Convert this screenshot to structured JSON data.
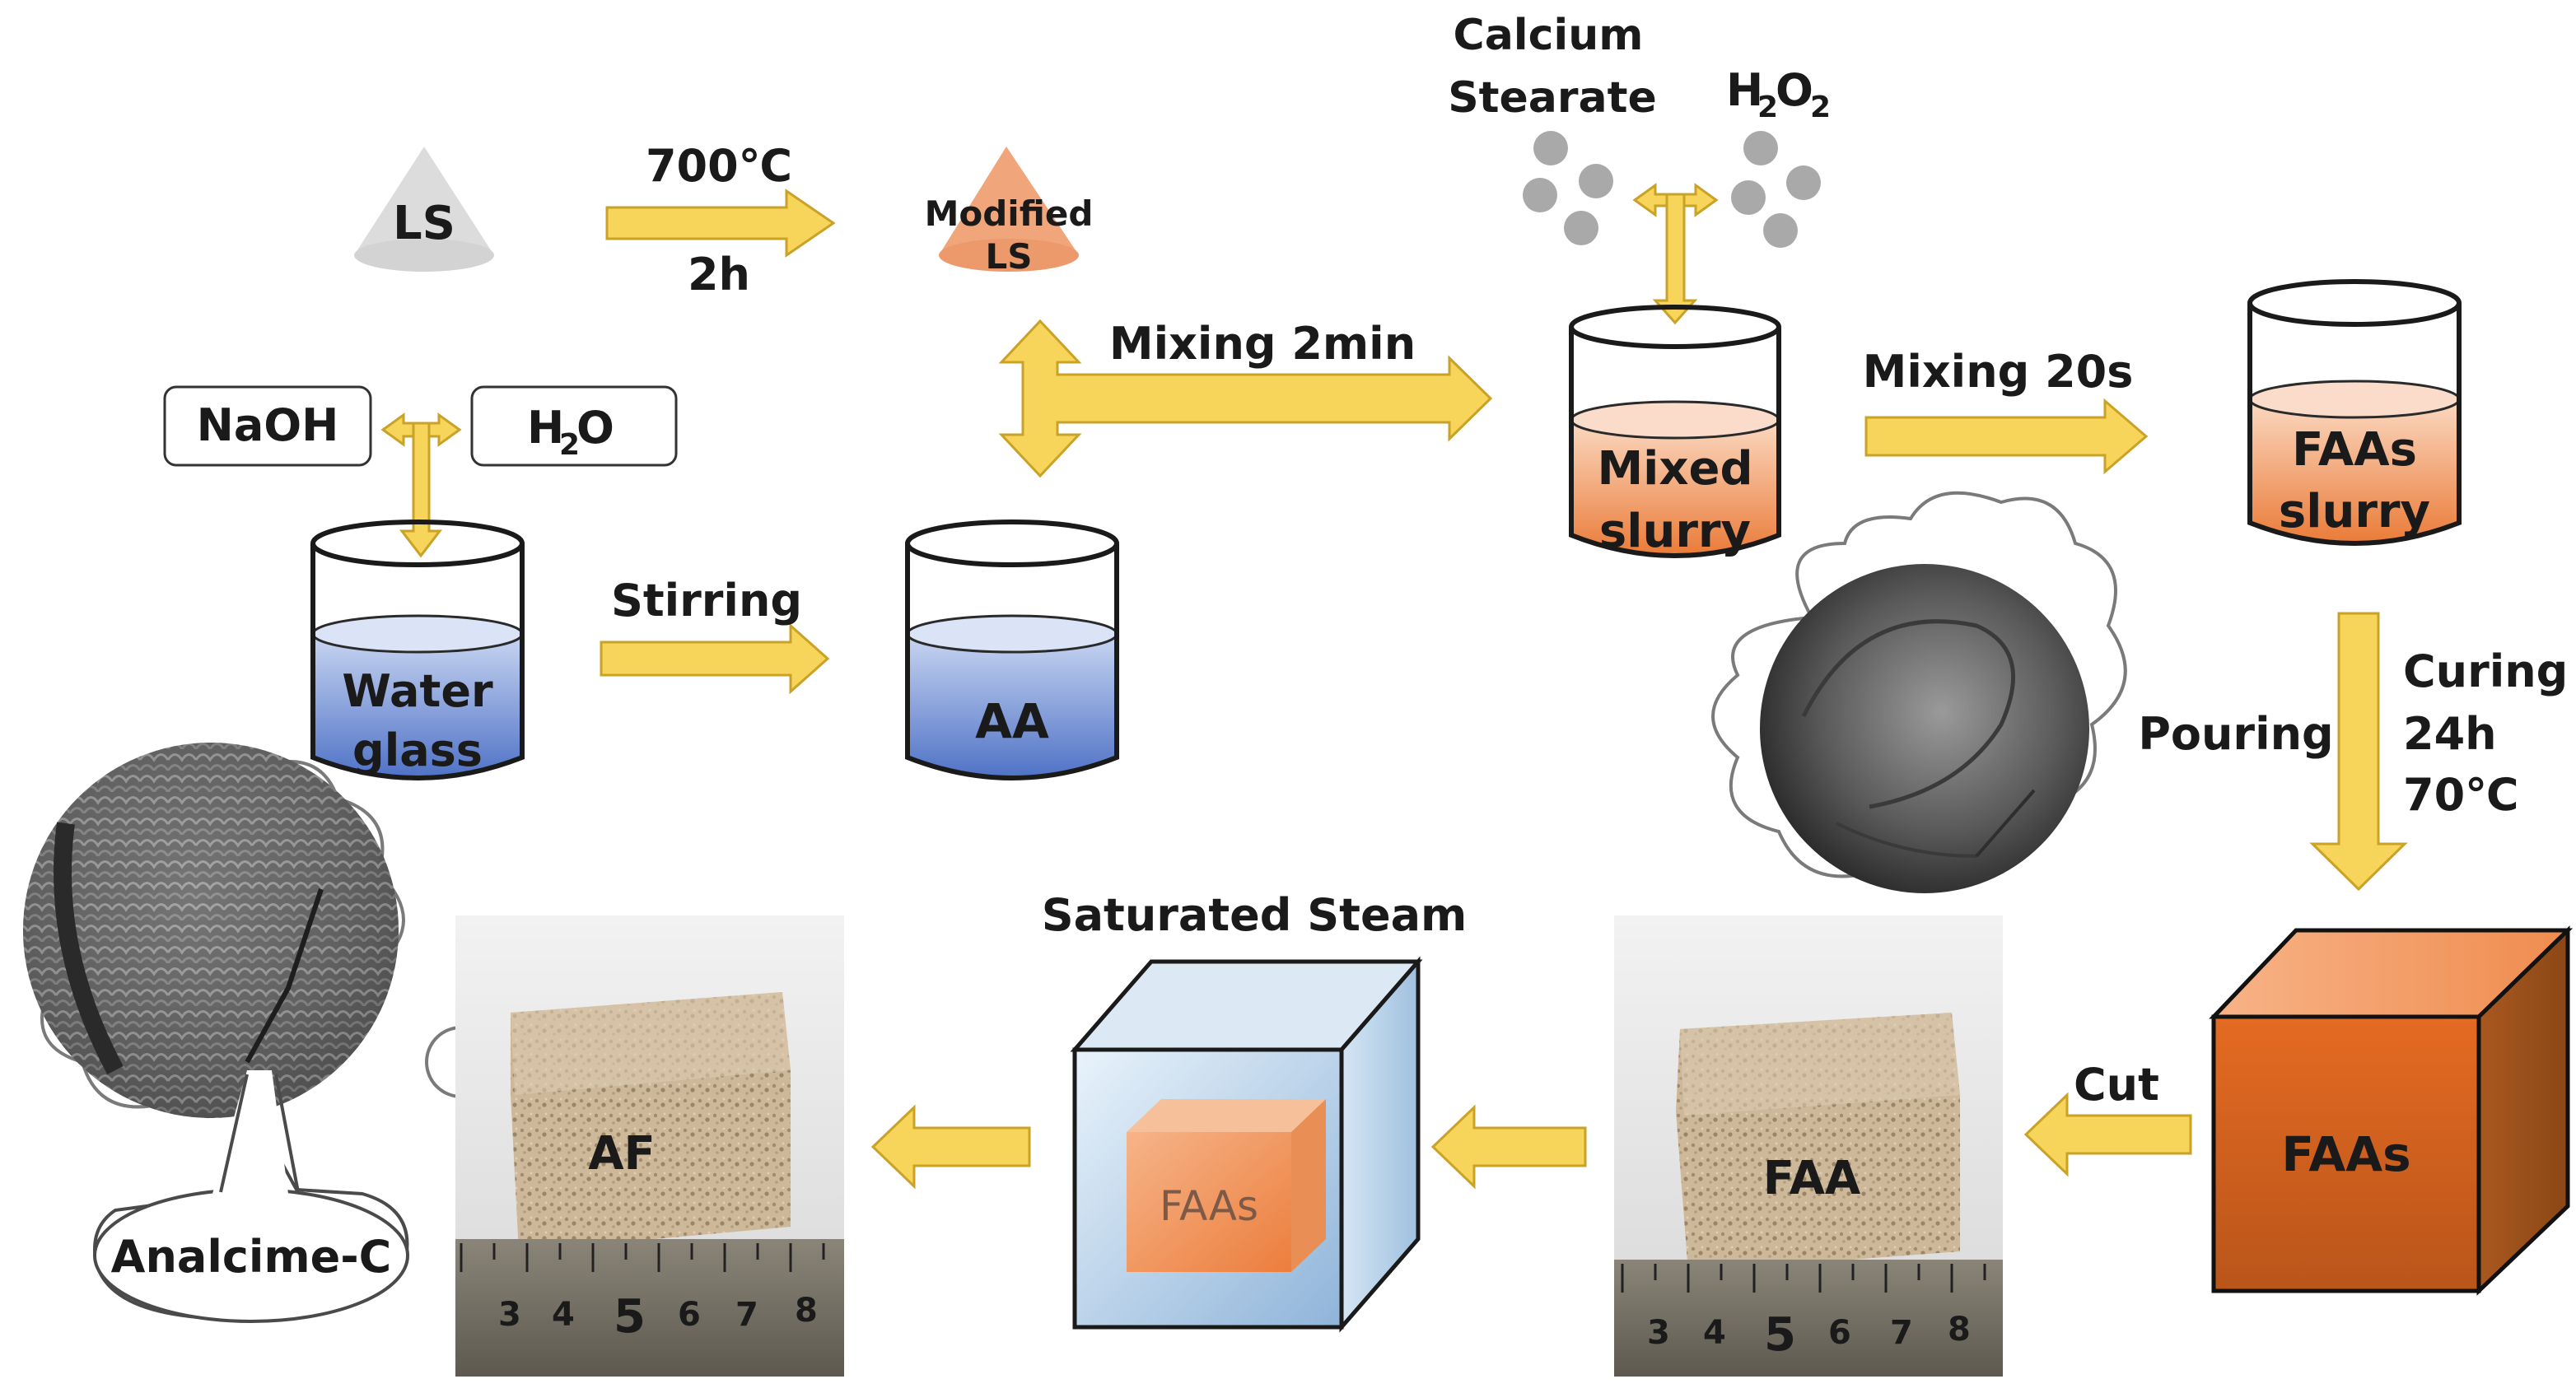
{
  "labels": {
    "ls": "LS",
    "temp_top": "700℃",
    "time_top": "2h",
    "modified": "Modified",
    "modified_ls": "LS",
    "calcium": "Calcium",
    "stearate": "Stearate",
    "h2o2_h": "H",
    "h2o2_sub1": "2",
    "h2o2_o": "O",
    "h2o2_sub2": "2",
    "mixing_2min": "Mixing 2min",
    "mixing_20s": "Mixing 20s",
    "naoh": "NaOH",
    "h2o_h": "H",
    "h2o_sub": "2",
    "h2o_o": "O",
    "stirring": "Stirring",
    "water": "Water",
    "glass": "glass",
    "aa": "AA",
    "mixed": "Mixed",
    "mixed_slurry": "slurry",
    "faas_top": "FAAs",
    "faas_slurry": "slurry",
    "curing": "Curing",
    "curing_time": "24h",
    "curing_temp": "70℃",
    "pouring": "Pouring",
    "cut": "Cut",
    "faas_cube": "FAAs",
    "faa": "FAA",
    "saturated_steam": "Saturated Steam",
    "faas_steam": "FAAs",
    "af": "AF",
    "analcime": "Analcime-C",
    "ruler_af": [
      "3",
      "4",
      "5",
      "6",
      "7",
      "8"
    ],
    "ruler_faa": [
      "3",
      "4",
      "5",
      "6",
      "7",
      "8"
    ]
  },
  "colors": {
    "arrow_fill": "#f7d45a",
    "arrow_stroke": "#c9a227",
    "liquid_blue": "#6f8fd6",
    "liquid_orange": "#f08a4b",
    "cube_orange": "#e2732e",
    "foam": "#c8b295",
    "sem_gray": "#5b5b5b"
  },
  "icons": {
    "powder_ls": "powder-cone-icon",
    "powder_modified": "powder-cone-icon",
    "beaker": "beaker-icon",
    "cube": "cube-icon",
    "thought": "thought-bubble-icon"
  }
}
